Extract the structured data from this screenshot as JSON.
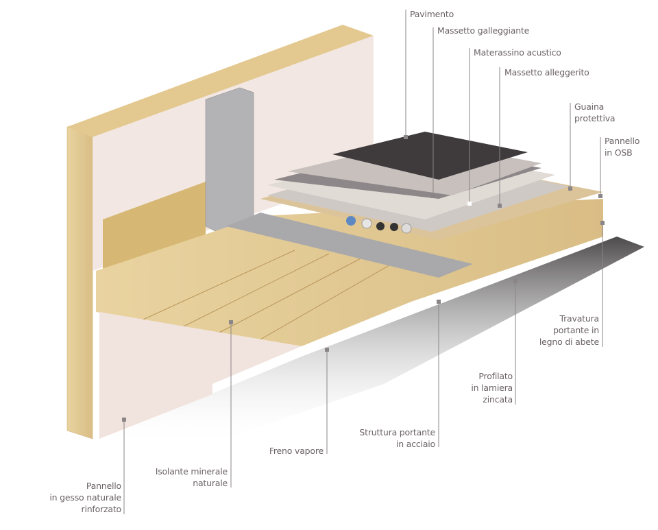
{
  "labels": {
    "pavimento": [
      "Pavimento"
    ],
    "massetto_galleggiante": [
      "Massetto galleggiante"
    ],
    "materassino_acustico": [
      "Materassino acustico"
    ],
    "massetto_alleggerito": [
      "Massetto alleggerito"
    ],
    "guaina_protettiva": [
      "Guaina",
      "protettiva"
    ],
    "pannello_osb": [
      "Pannello",
      "in OSB"
    ],
    "travatura": [
      "Travatura",
      "portante in",
      "legno di abete"
    ],
    "profilato": [
      "Profilato",
      "in lamiera",
      "zincata"
    ],
    "struttura_acciaio": [
      "Struttura portante",
      "in acciaio"
    ],
    "freno_vapore": [
      "Freno vapore"
    ],
    "isolante": [
      "Isolante minerale",
      "naturale"
    ],
    "pannello_gesso": [
      "Pannello",
      "in gesso naturale",
      "rinforzato"
    ]
  },
  "colors": {
    "label_text": "#6b6364",
    "leader_line": "#8a8586",
    "wood": "#e6cf9c",
    "gypsum": "#f1e4df",
    "floor_dark": "#3f3b3c",
    "screed": "#cdc6c2",
    "steel": "#a9a9ab"
  }
}
